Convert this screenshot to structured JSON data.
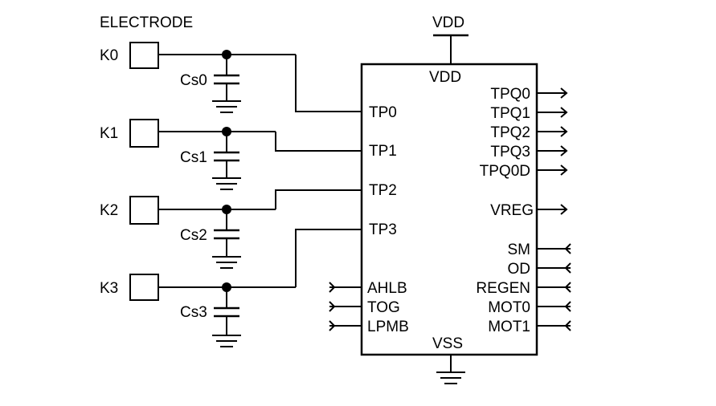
{
  "electrode_heading": "ELECTRODE",
  "supply": {
    "vdd_rail": "VDD",
    "vdd_pin": "VDD",
    "vss_pin": "VSS"
  },
  "channels": [
    {
      "key": "K0",
      "cap": "Cs0",
      "pin": "TP0"
    },
    {
      "key": "K1",
      "cap": "Cs1",
      "pin": "TP1"
    },
    {
      "key": "K2",
      "cap": "Cs2",
      "pin": "TP2"
    },
    {
      "key": "K3",
      "cap": "Cs3",
      "pin": "TP3"
    }
  ],
  "left_inputs": [
    "AHLB",
    "TOG",
    "LPMB"
  ],
  "right_outputs": [
    "TPQ0",
    "TPQ1",
    "TPQ2",
    "TPQ3",
    "TPQ0D",
    "VREG"
  ],
  "right_inputs": [
    "SM",
    "OD",
    "REGEN",
    "MOT0",
    "MOT1"
  ]
}
